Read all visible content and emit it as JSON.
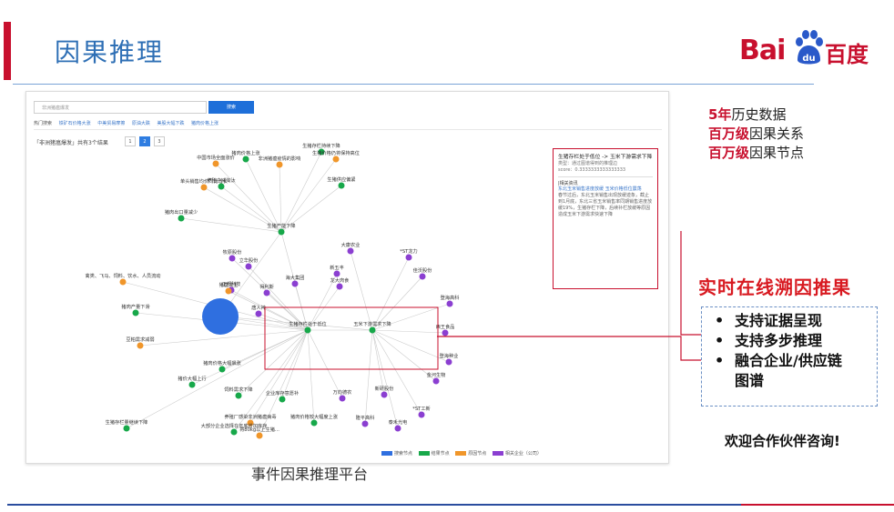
{
  "slide": {
    "title": "因果推理",
    "caption": "事件因果推理平台",
    "logo": {
      "bai": "Bai",
      "du": "du",
      "cn": "百度"
    }
  },
  "app": {
    "search": {
      "placeholder": "非洲猪瘟爆发",
      "button": "搜索"
    },
    "hot": {
      "label": "热门搜索",
      "links": [
        "铁矿石价格大涨",
        "中美贸易摩擦",
        "原油大跌",
        "美股大幅下跌",
        "猪肉价格上涨"
      ]
    },
    "result_count": "「非洲猪瘟爆发」共有3个结果",
    "pages": [
      "1",
      "2",
      "3"
    ],
    "active_page": "2",
    "graph": {
      "colors": {
        "search": "#2f6fe0",
        "result": "#17a84a",
        "cause": "#f0962a",
        "company": "#8b3fd1",
        "edge": "#cccccc"
      },
      "nodes": [
        {
          "label": "猪肉价格上涨",
          "type": "result"
        },
        {
          "label": "中国市场全面涨价",
          "type": "cause"
        },
        {
          "label": "生猪存栏持续下降",
          "type": "result"
        },
        {
          "label": "生猪价格仍将保持高位",
          "type": "cause"
        },
        {
          "label": "非洲猪瘟疫情的影响",
          "type": "cause"
        },
        {
          "label": "单头销售均价同比增长",
          "type": "cause"
        },
        {
          "label": "养殖户减淘汰",
          "type": "result"
        },
        {
          "label": "生猪供应偏紧",
          "type": "result"
        },
        {
          "label": "猪肉出口量减少",
          "type": "result"
        },
        {
          "label": "生猪产能下降",
          "type": "result"
        },
        {
          "label": "大康农业",
          "type": "company"
        },
        {
          "label": "牧原股份",
          "type": "company"
        },
        {
          "label": "*ST龙力",
          "type": "company"
        },
        {
          "label": "立华股份",
          "type": "company"
        },
        {
          "label": "新五丰",
          "type": "company"
        },
        {
          "label": "佳沃股份",
          "type": "company"
        },
        {
          "label": "海大集团",
          "type": "company"
        },
        {
          "label": "龙大肉食",
          "type": "company"
        },
        {
          "label": "正邦科技",
          "type": "company"
        },
        {
          "label": "禽类、飞马、饲料、饮水、人员流动",
          "type": "cause"
        },
        {
          "label": "猪瘟发生",
          "type": "cause"
        },
        {
          "label": "得利斯",
          "type": "company"
        },
        {
          "label": "登海高科",
          "type": "company"
        },
        {
          "label": "猪肉产量下滑",
          "type": "result"
        },
        {
          "label": "唐人神",
          "type": "company"
        },
        {
          "label": "生猪存栏处于低位",
          "type": "result"
        },
        {
          "label": "玉米下游需求下降",
          "type": "result"
        },
        {
          "label": "西王食品",
          "type": "company"
        },
        {
          "label": "豆粕需求减弱",
          "type": "cause"
        },
        {
          "label": "登海种业",
          "type": "company"
        },
        {
          "label": "猪肉价格大幅飙涨",
          "type": "result"
        },
        {
          "label": "猪价大幅上行",
          "type": "result"
        },
        {
          "label": "金河生物",
          "type": "company"
        },
        {
          "label": "饲料需求下降",
          "type": "result"
        },
        {
          "label": "万向德农",
          "type": "company"
        },
        {
          "label": "新研股份",
          "type": "company"
        },
        {
          "label": "企业库存意愿补",
          "type": "result"
        },
        {
          "label": "*ST工新",
          "type": "company"
        },
        {
          "label": "养殖厂感染非洲猪瘟病毒",
          "type": "cause"
        },
        {
          "label": "猪肉价格较大幅度上涨",
          "type": "result"
        },
        {
          "label": "隆平高科",
          "type": "company"
        },
        {
          "label": "大部分企业选择在年底增加库存",
          "type": "result"
        },
        {
          "label": "生猪存栏量继续下降",
          "type": "result"
        },
        {
          "label": "泰禾光电",
          "type": "company"
        },
        {
          "label": "将80kg以上生猪...",
          "type": "cause"
        }
      ]
    },
    "panel": {
      "heading": "生猪存栏处于低位 -> 玉米下游需求下降",
      "type_line": "类型：通过图谱得到的推理边",
      "score_line": "score：0.3333333333333333",
      "related_title": "|相关资讯",
      "related_link": "东北玉米销售进度放缓 玉米价格低位震荡",
      "related_text": "春节过后，东北玉米销售出现放缓迹象，截止到1月底，东北三省玉米销售率同期销售进度放缓19%，生猪存栏下降，后续补栏放缓等原因造成玉米下游需求快速下降"
    },
    "legend": [
      "搜索节点",
      "结果节点",
      "原因节点",
      "相关企业（公司）"
    ]
  },
  "right": {
    "stats": [
      {
        "hl": "5年",
        "rest": "历史数据"
      },
      {
        "hl": "百万级",
        "rest": "因果关系"
      },
      {
        "hl": "百万级",
        "rest": "因果节点"
      }
    ],
    "realtime_title": "实时在线溯因推果",
    "features": [
      "支持证据呈现",
      "支持多步推理",
      "融合企业/供应链",
      "图谱"
    ],
    "contact": "欢迎合作伙伴咨询!"
  }
}
